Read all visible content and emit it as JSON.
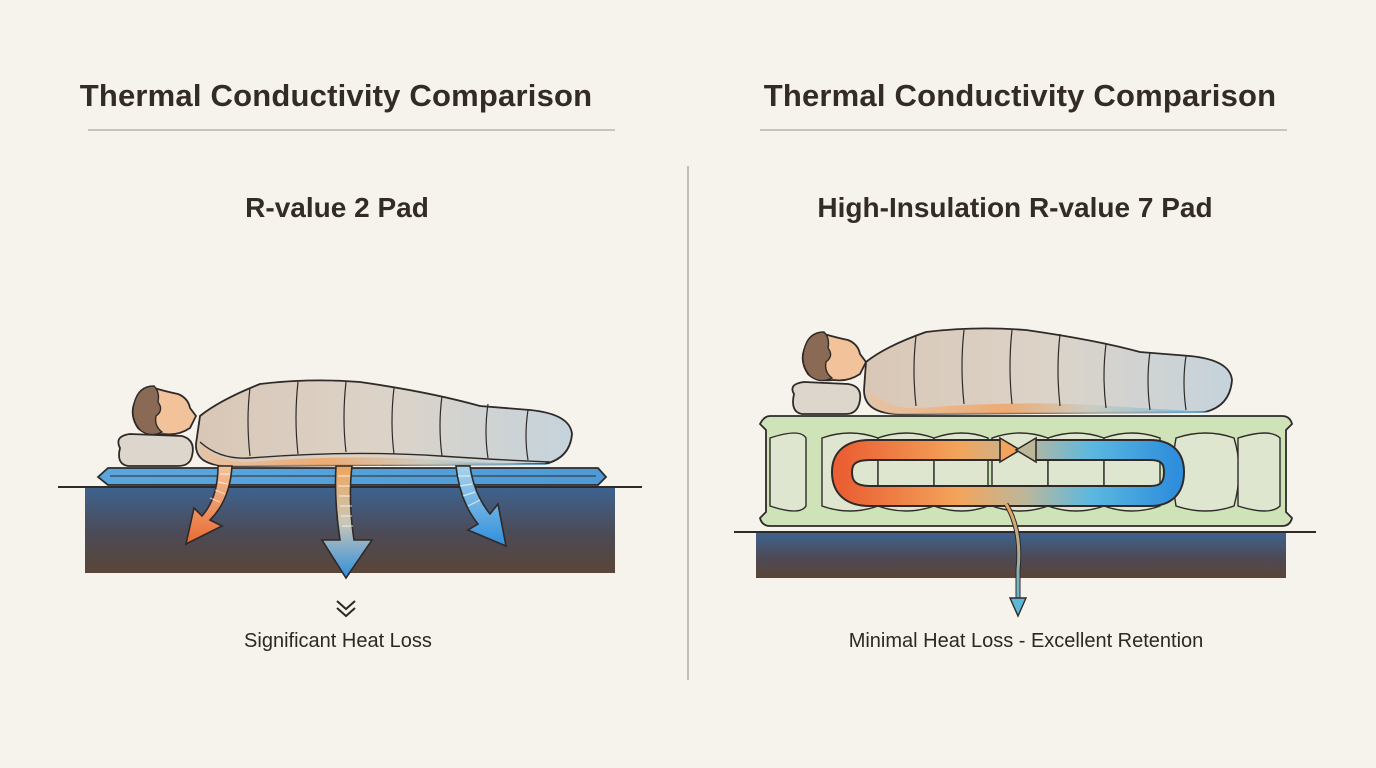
{
  "left_panel": {
    "title": "Thermal Conductivity Comparison",
    "subtitle": "R-value 2 Pad",
    "caption": "Significant Heat Loss",
    "caption_icon": "double-chevron-down-icon",
    "pad": {
      "r_value": 2,
      "type": "thin pad"
    },
    "heat_flow": "three arrows escaping from sleeper through pad into ground"
  },
  "right_panel": {
    "title": "Thermal Conductivity Comparison",
    "subtitle": "High-Insulation R-value 7 Pad",
    "caption": "Minimal Heat Loss - Excellent Retention",
    "pad": {
      "r_value": 7,
      "type": "insulated baffled pad"
    },
    "heat_flow": "heat recirculates within pad loop; single thin arrow escapes to ground"
  },
  "colors": {
    "background": "#f6f3ec",
    "text": "#2e2724",
    "rule": "#c9c5bd",
    "warm": "#ea6a33",
    "warm_light": "#f3a45a",
    "cool": "#2f8fdc",
    "cool_light": "#7cc0e6",
    "ground_top": "#3d6390",
    "ground_bottom": "#5a4538",
    "pad_thin": "#5aa6dc",
    "pad_insulated": "#cfe3b8",
    "bag": "#d9d1c6",
    "skin": "#f2c39b",
    "hair": "#8a6a55",
    "outline": "#2f2a28"
  }
}
